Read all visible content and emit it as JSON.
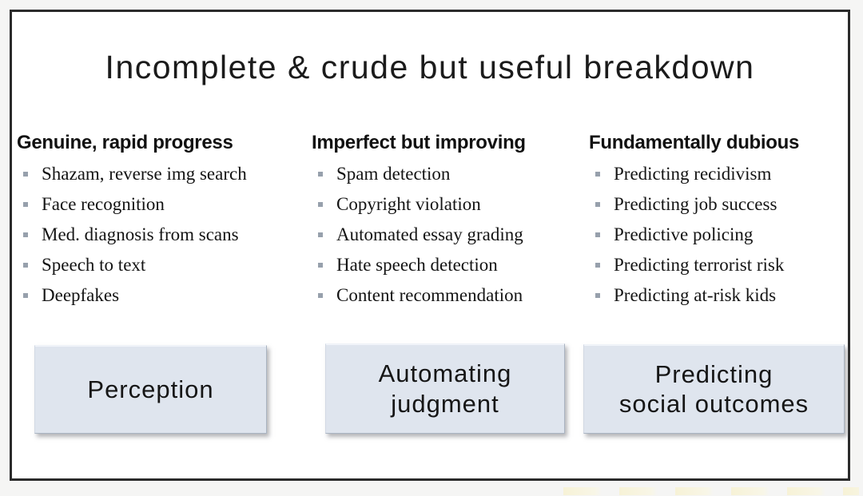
{
  "slide": {
    "title": "Incomplete & crude but useful breakdown",
    "columns": [
      {
        "heading": "Genuine, rapid progress",
        "items": [
          "Shazam, reverse img search",
          "Face recognition",
          "Med. diagnosis from scans",
          "Speech to text",
          "Deepfakes"
        ],
        "box_label": "Perception"
      },
      {
        "heading": "Imperfect but improving",
        "items": [
          "Spam detection",
          "Copyright violation",
          "Automated essay grading",
          "Hate speech detection",
          "Content recommendation"
        ],
        "box_label": "Automating\njudgment"
      },
      {
        "heading": "Fundamentally dubious",
        "items": [
          "Predicting recidivism",
          "Predicting job success",
          "Predictive policing",
          "Predicting terrorist risk",
          "Predicting at-risk kids"
        ],
        "box_label": "Predicting\nsocial outcomes"
      }
    ],
    "colors": {
      "box_fill": "#dfe5ee",
      "box_border": "#aab4c2",
      "bullet": "#97a0ac",
      "slide_border": "#2b2b2b",
      "text": "#141414"
    }
  }
}
